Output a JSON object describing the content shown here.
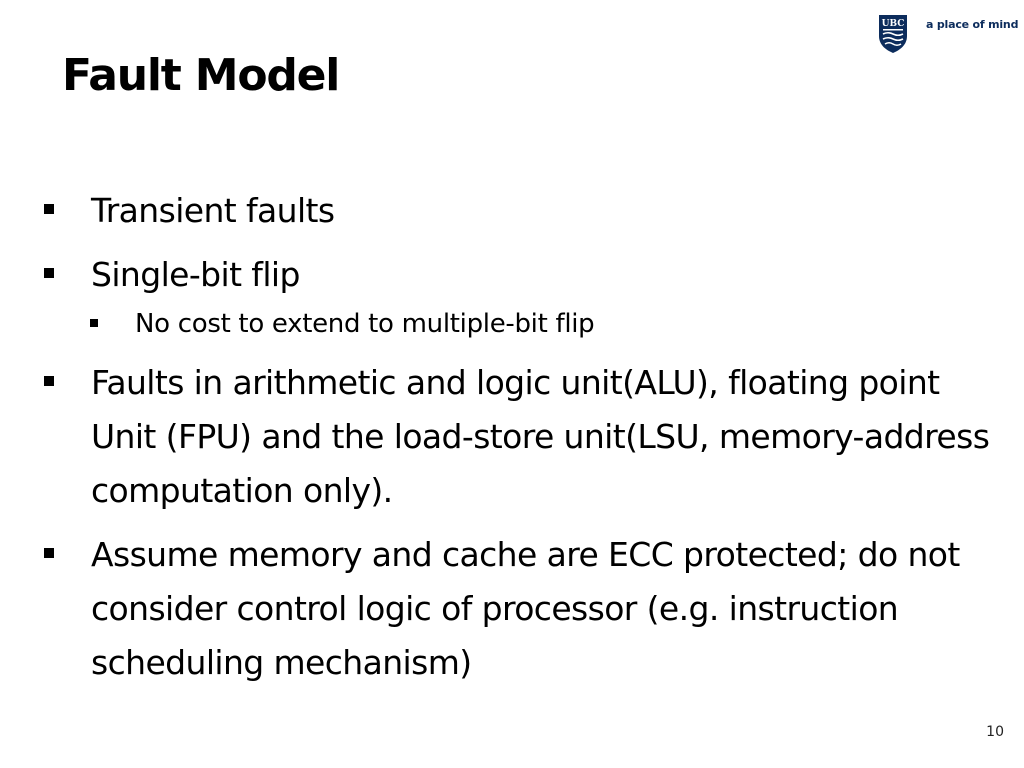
{
  "slide": {
    "title": "Fault Model",
    "page_number": "10"
  },
  "logo": {
    "shield_text": "UBC",
    "tagline": "a place of mind",
    "colors": {
      "navy": "#0c2c5c",
      "white": "#ffffff"
    }
  },
  "bullets": [
    {
      "text": "Transient faults",
      "level": 1
    },
    {
      "text": "Single-bit flip",
      "level": 1
    },
    {
      "text": "No cost to extend to multiple-bit flip",
      "level": 2
    },
    {
      "text": "Faults in arithmetic and logic unit(ALU), floating point Unit (FPU) and the load-store unit(LSU, memory-address computation only).",
      "level": 1
    },
    {
      "text": "Assume memory and cache are ECC protected; do not consider control logic of processor (e.g. instruction scheduling mechanism)",
      "level": 1
    }
  ]
}
